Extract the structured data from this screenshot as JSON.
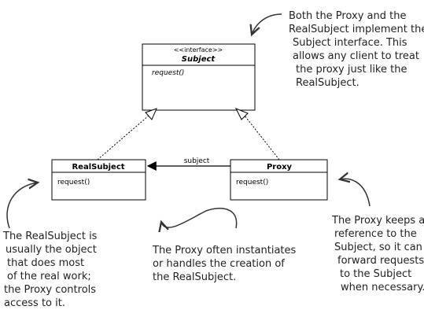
{
  "diagram": {
    "subject_class": {
      "stereotype": "<<interface>>",
      "name": "Subject",
      "method": "request()"
    },
    "realsubject_class": {
      "name": "RealSubject",
      "method": "request()"
    },
    "proxy_class": {
      "name": "Proxy",
      "method": "request()"
    },
    "association_label": "subject",
    "annotations": {
      "top_right": [
        "Both the Proxy and the",
        "RealSubject implement the",
        "Subject interface.  This",
        "allows any client to treat",
        "the proxy just like the",
        "RealSubject."
      ],
      "left": [
        "The RealSubject is",
        "usually the object",
        "that does most",
        "of the real work;",
        "the Proxy controls",
        "access to it."
      ],
      "bottom_middle": [
        "The Proxy often instantiates",
        "or handles the creation of",
        "the RealSubject."
      ],
      "right": [
        "The Proxy keeps a",
        "reference to the",
        "Subject, so it can",
        "forward requests",
        "to the Subject",
        "when necessary."
      ]
    }
  }
}
